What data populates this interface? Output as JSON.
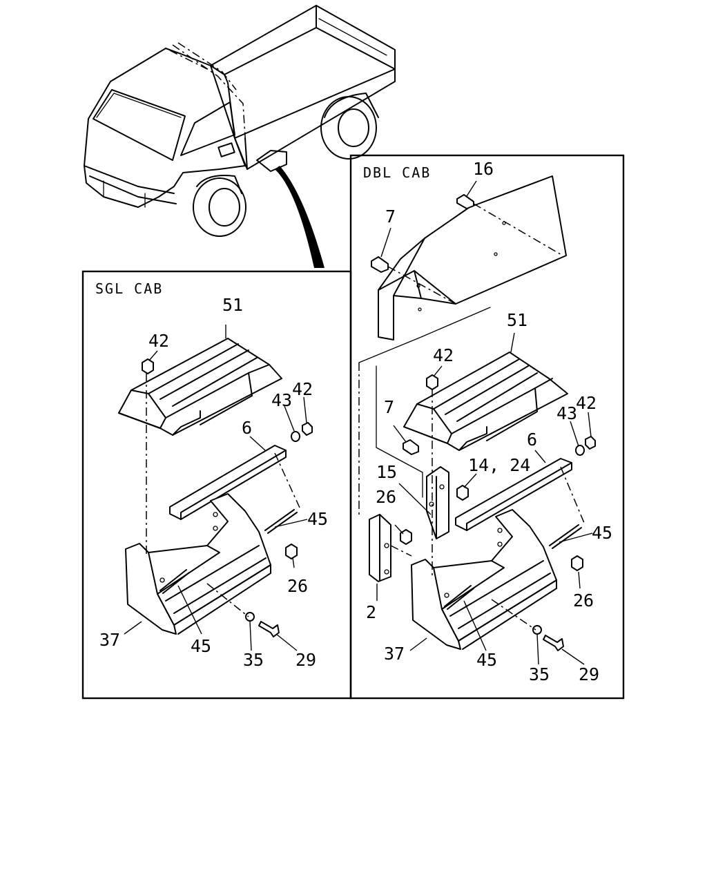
{
  "panels": {
    "single": {
      "caption": "SGL CAB"
    },
    "double": {
      "caption": "DBL CAB"
    }
  },
  "callouts": {
    "sgl": {
      "c51": "51",
      "c42a": "42",
      "c42b": "42",
      "c43": "43",
      "c6": "6",
      "c45a": "45",
      "c26": "26",
      "c37": "37",
      "c45b": "45",
      "c35": "35",
      "c29": "29"
    },
    "dbl": {
      "c16": "16",
      "c7a": "7",
      "c51": "51",
      "c42a": "42",
      "c42b": "42",
      "c43": "43",
      "c7b": "7",
      "c6": "6",
      "c1424": "14, 24",
      "c15": "15",
      "c26a": "26",
      "c45a": "45",
      "c2": "2",
      "c26b": "26",
      "c37": "37",
      "c45b": "45",
      "c35": "35",
      "c29": "29"
    }
  }
}
